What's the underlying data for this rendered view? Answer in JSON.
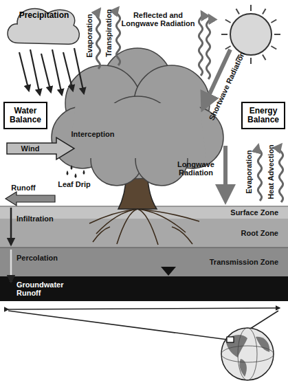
{
  "diagram": {
    "nodes": [
      {
        "text": [
          "Precipitation"
        ]
      },
      {
        "text": [
          "Water Balance"
        ]
      },
      {
        "text": [
          "Energy Balance"
        ]
      }
    ],
    "labels": [
      "Evaporation",
      "Transpiration",
      "Reflected and Longwave Radiation",
      "Shortwave Radiation",
      "Interception",
      "Wind",
      "Leaf Drip",
      "Longwave Radiation",
      "Evaporation",
      "Heat Advection",
      "Runoff",
      "Surface Zone",
      "Infiltration",
      "Root Zone",
      "Percolation",
      "Transmission Zone",
      "Groundwater Runoff"
    ]
  }
}
